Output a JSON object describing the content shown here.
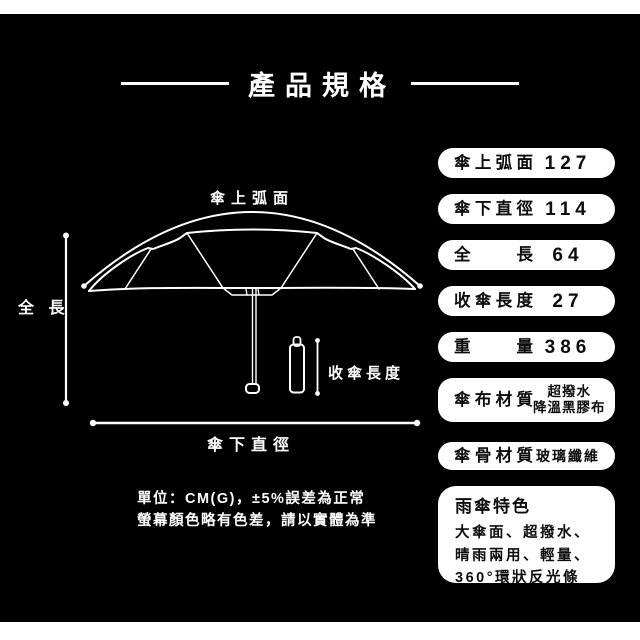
{
  "title": "產品規格",
  "diagram": {
    "top_arc_label": "傘上弧面",
    "full_length_label": "全 長",
    "folded_length_label": "收傘長度",
    "diameter_label": "傘下直徑",
    "note_line1": "單位：CM(G)，±5%誤差為正常",
    "note_line2": "螢幕顏色略有色差，請以實體為準"
  },
  "specs": [
    {
      "label": "傘上弧面",
      "value": "127"
    },
    {
      "label": "傘下直徑",
      "value": "114"
    },
    {
      "label": "全長",
      "value": "64"
    },
    {
      "label": "收傘長度",
      "value": "27"
    },
    {
      "label": "重量",
      "value": "386"
    },
    {
      "label": "傘布材質",
      "value_line1": "超撥水",
      "value_line2": "降溫黑膠布"
    },
    {
      "label": "傘骨材質",
      "value": "玻璃纖維"
    }
  ],
  "features": {
    "title": "雨傘特色",
    "lines": [
      "大傘面、超撥水、",
      "晴雨兩用、輕量、",
      "360°環狀反光條"
    ]
  },
  "colors": {
    "page_background": "#ffffff",
    "panel_background": "#000000",
    "foreground": "#ffffff",
    "box_background": "#ffffff",
    "box_text": "#0d0d0d"
  }
}
